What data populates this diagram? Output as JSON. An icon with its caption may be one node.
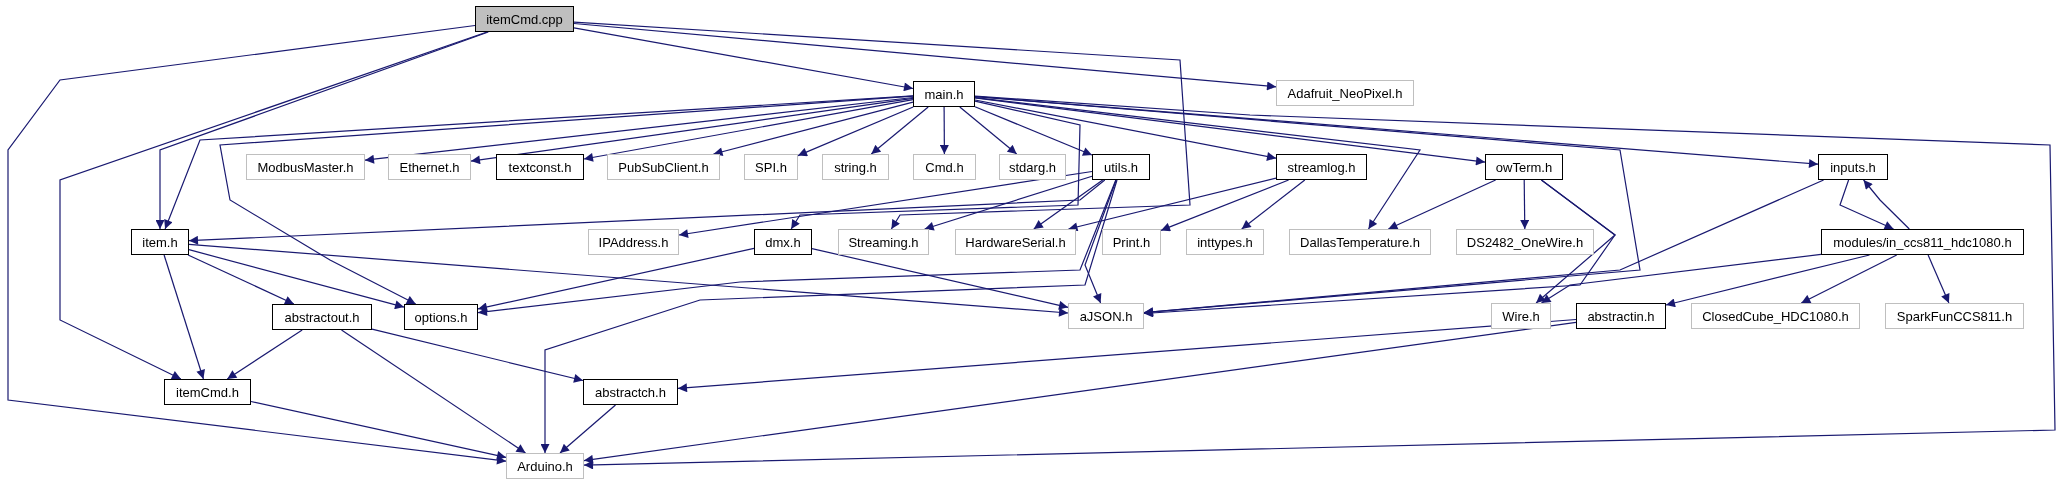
{
  "diagram": {
    "nodes": [
      {
        "text": [
          "itemCmd.cpp"
        ]
      },
      {
        "text": [
          "main.h"
        ]
      },
      {
        "text": [
          "Adafruit_NeoPixel.h"
        ]
      },
      {
        "text": [
          "ModbusMaster.h"
        ]
      },
      {
        "text": [
          "Ethernet.h"
        ]
      },
      {
        "text": [
          "textconst.h"
        ]
      },
      {
        "text": [
          "PubSubClient.h"
        ]
      },
      {
        "text": [
          "SPI.h"
        ]
      },
      {
        "text": [
          "string.h"
        ]
      },
      {
        "text": [
          "Cmd.h"
        ]
      },
      {
        "text": [
          "stdarg.h"
        ]
      },
      {
        "text": [
          "utils.h"
        ]
      },
      {
        "text": [
          "streamlog.h"
        ]
      },
      {
        "text": [
          "owTerm.h"
        ]
      },
      {
        "text": [
          "inputs.h"
        ]
      },
      {
        "text": [
          "item.h"
        ]
      },
      {
        "text": [
          "IPAddress.h"
        ]
      },
      {
        "text": [
          "dmx.h"
        ]
      },
      {
        "text": [
          "Streaming.h"
        ]
      },
      {
        "text": [
          "HardwareSerial.h"
        ]
      },
      {
        "text": [
          "Print.h"
        ]
      },
      {
        "text": [
          "inttypes.h"
        ]
      },
      {
        "text": [
          "DallasTemperature.h"
        ]
      },
      {
        "text": [
          "DS2482_OneWire.h"
        ]
      },
      {
        "text": [
          "modules/in_ccs811_hdc1080.h"
        ]
      },
      {
        "text": [
          "abstractout.h"
        ]
      },
      {
        "text": [
          "options.h"
        ]
      },
      {
        "text": [
          "aJSON.h"
        ]
      },
      {
        "text": [
          "Wire.h"
        ]
      },
      {
        "text": [
          "abstractin.h"
        ]
      },
      {
        "text": [
          "ClosedCube_HDC1080.h"
        ]
      },
      {
        "text": [
          "SparkFunCCS811.h"
        ]
      },
      {
        "text": [
          "itemCmd.h"
        ]
      },
      {
        "text": [
          "abstractch.h"
        ]
      },
      {
        "text": [
          "Arduino.h"
        ]
      }
    ],
    "edges": [
      {
        "from": 0,
        "to": 1,
        "arrow": "to"
      },
      {
        "from": 0,
        "to": 2,
        "arrow": "to"
      },
      {
        "from": 0,
        "to": 15,
        "arrow": "to"
      },
      {
        "from": 0,
        "to": 32,
        "arrow": "to"
      },
      {
        "from": 0,
        "to": 34,
        "arrow": "to"
      },
      {
        "from": 0,
        "to": 18,
        "arrow": "to"
      },
      {
        "from": 1,
        "to": 3,
        "arrow": "to"
      },
      {
        "from": 1,
        "to": 4,
        "arrow": "to"
      },
      {
        "from": 1,
        "to": 5,
        "arrow": "to"
      },
      {
        "from": 1,
        "to": 6,
        "arrow": "to"
      },
      {
        "from": 1,
        "to": 7,
        "arrow": "to"
      },
      {
        "from": 1,
        "to": 8,
        "arrow": "to"
      },
      {
        "from": 1,
        "to": 9,
        "arrow": "to"
      },
      {
        "from": 1,
        "to": 10,
        "arrow": "to"
      },
      {
        "from": 1,
        "to": 11,
        "arrow": "to"
      },
      {
        "from": 1,
        "to": 12,
        "arrow": "to"
      },
      {
        "from": 1,
        "to": 13,
        "arrow": "to"
      },
      {
        "from": 1,
        "to": 14,
        "arrow": "to"
      },
      {
        "from": 1,
        "to": 15,
        "arrow": "to"
      },
      {
        "from": 1,
        "to": 26,
        "arrow": "to"
      },
      {
        "from": 1,
        "to": 17,
        "arrow": "to"
      },
      {
        "from": 1,
        "to": 22,
        "arrow": "to"
      },
      {
        "from": 1,
        "to": 27,
        "arrow": "to"
      },
      {
        "from": 1,
        "to": 34,
        "arrow": "to"
      },
      {
        "from": 11,
        "to": 15,
        "arrow": "to"
      },
      {
        "from": 11,
        "to": 16,
        "arrow": "to"
      },
      {
        "from": 11,
        "to": 18,
        "arrow": "to"
      },
      {
        "from": 11,
        "to": 19,
        "arrow": "to"
      },
      {
        "from": 11,
        "to": 26,
        "arrow": "to"
      },
      {
        "from": 11,
        "to": 27,
        "arrow": "to"
      },
      {
        "from": 11,
        "to": 34,
        "arrow": "to"
      },
      {
        "from": 12,
        "to": 19,
        "arrow": "to"
      },
      {
        "from": 12,
        "to": 20,
        "arrow": "to"
      },
      {
        "from": 12,
        "to": 21,
        "arrow": "to"
      },
      {
        "from": 13,
        "to": 22,
        "arrow": "to"
      },
      {
        "from": 13,
        "to": 23,
        "arrow": "to"
      },
      {
        "from": 13,
        "to": 27,
        "arrow": "to"
      },
      {
        "from": 13,
        "to": 28,
        "arrow": "to"
      },
      {
        "from": 14,
        "to": 24,
        "arrow": "to"
      },
      {
        "from": 14,
        "to": 27,
        "arrow": "to"
      },
      {
        "from": 24,
        "to": 14,
        "arrow": "to"
      },
      {
        "from": 24,
        "to": 28,
        "arrow": "to"
      },
      {
        "from": 24,
        "to": 29,
        "arrow": "to"
      },
      {
        "from": 24,
        "to": 30,
        "arrow": "to"
      },
      {
        "from": 24,
        "to": 31,
        "arrow": "to"
      },
      {
        "from": 15,
        "to": 26,
        "arrow": "to"
      },
      {
        "from": 15,
        "to": 25,
        "arrow": "to"
      },
      {
        "from": 15,
        "to": 32,
        "arrow": "to"
      },
      {
        "from": 15,
        "to": 27,
        "arrow": "to"
      },
      {
        "from": 17,
        "to": 26,
        "arrow": "to"
      },
      {
        "from": 17,
        "to": 27,
        "arrow": "to"
      },
      {
        "from": 25,
        "to": 32,
        "arrow": "to"
      },
      {
        "from": 25,
        "to": 34,
        "arrow": "to"
      },
      {
        "from": 25,
        "to": 33,
        "arrow": "to"
      },
      {
        "from": 32,
        "to": 34,
        "arrow": "to"
      },
      {
        "from": 33,
        "to": 34,
        "arrow": "to"
      },
      {
        "from": 29,
        "to": 33,
        "arrow": "to"
      },
      {
        "from": 29,
        "to": 34,
        "arrow": "to"
      }
    ]
  }
}
